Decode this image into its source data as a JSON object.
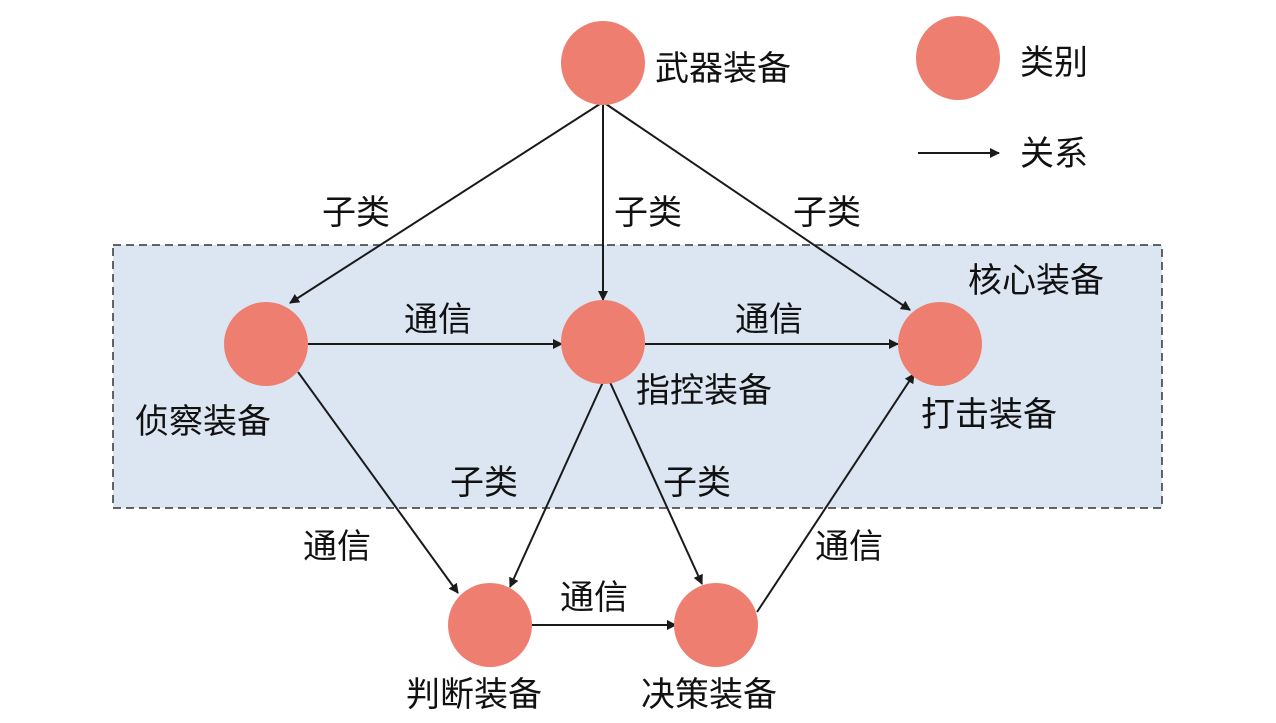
{
  "diagram": {
    "group_label": "核心装备",
    "legend": {
      "category_label": "类别",
      "relation_label": "关系"
    },
    "nodes": {
      "weapon": "武器装备",
      "recon": "侦察装备",
      "command": "指控装备",
      "strike": "打击装备",
      "judge": "判断装备",
      "decision": "决策装备"
    },
    "edge_labels": {
      "subclass": "子类",
      "communication": "通信"
    }
  },
  "colors": {
    "node": "#ee7f70",
    "group_fill": "#dce6f2",
    "edge": "#1a1a1a"
  }
}
